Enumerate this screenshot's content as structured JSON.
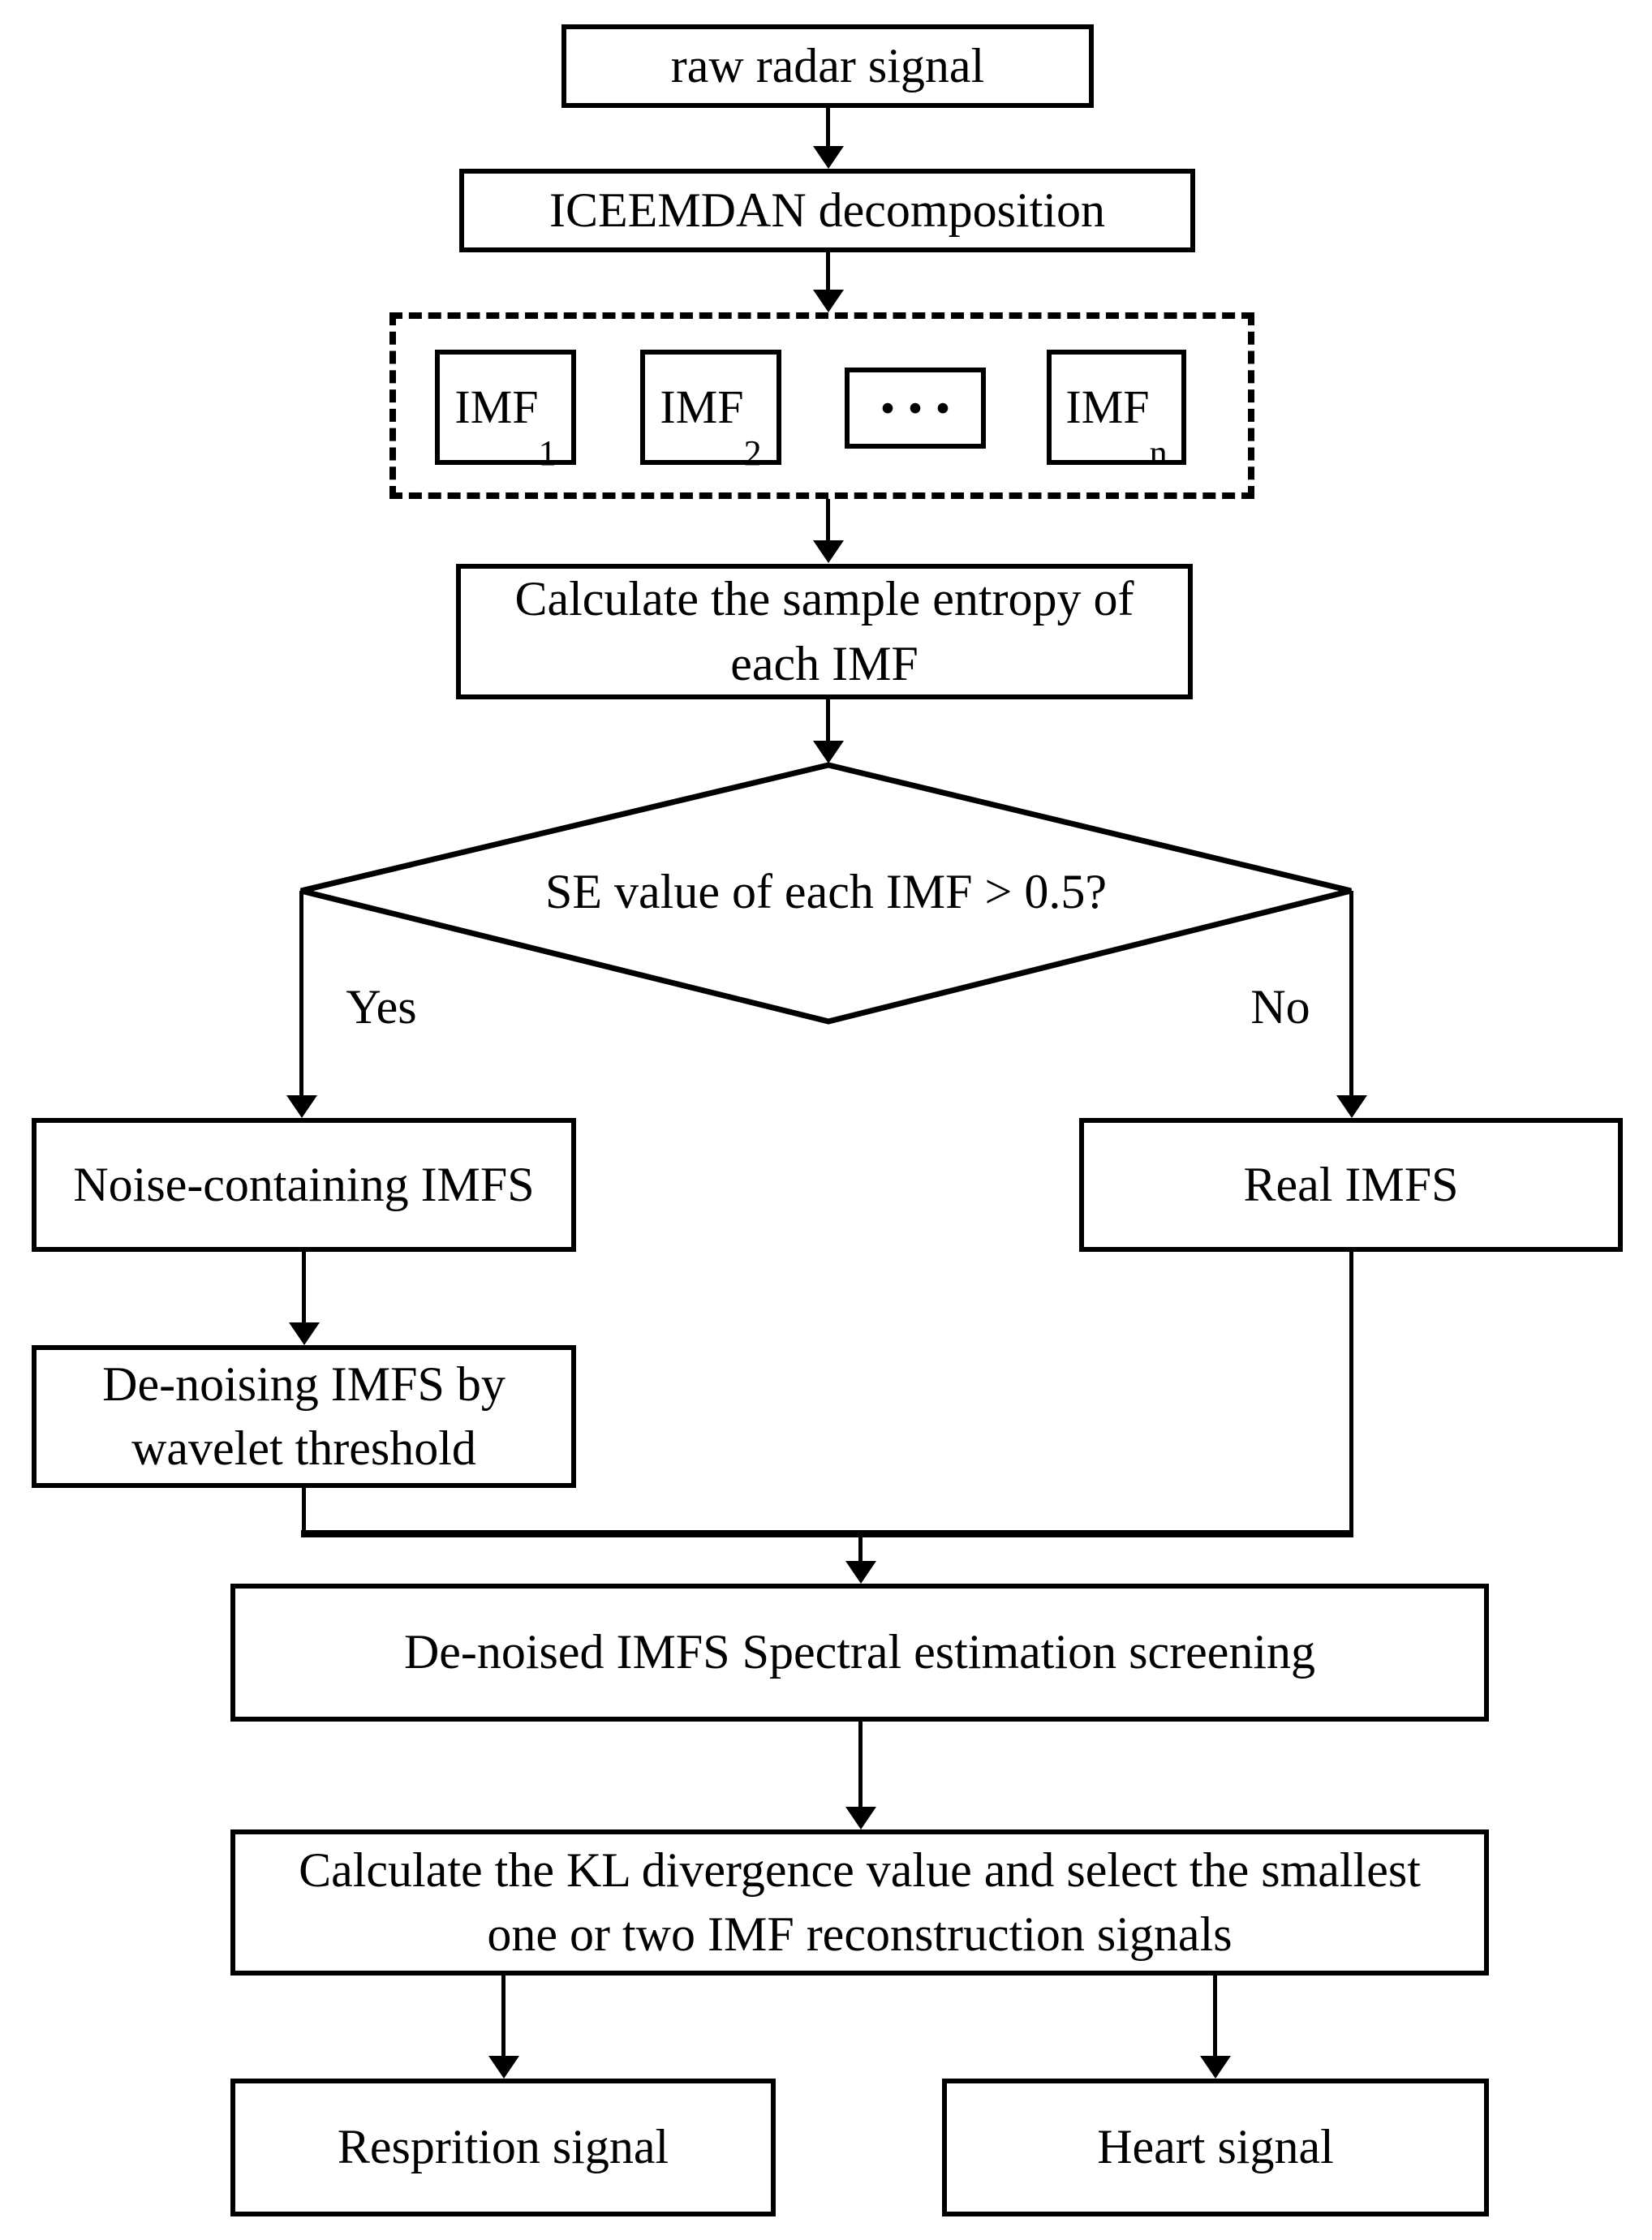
{
  "colors": {
    "ink": "#000000",
    "background": "#ffffff"
  },
  "nodes": {
    "raw_signal": {
      "label": "raw radar signal"
    },
    "decomposition": {
      "label": "ICEEMDAN decomposition"
    },
    "imf_group": {
      "imf1": {
        "base": "IMF",
        "sub": "1"
      },
      "imf2": {
        "base": "IMF",
        "sub": "2"
      },
      "dots": {
        "label": "···"
      },
      "imfn": {
        "base": "IMF",
        "sub": "n"
      }
    },
    "sample_entropy": {
      "line1": "Calculate the sample entropy of",
      "line2": "each IMF"
    },
    "decision": {
      "label": "SE value of each IMF > 0.5?",
      "yes_label": "Yes",
      "no_label": "No"
    },
    "noise_imfs": {
      "label": "Noise-containing IMFS"
    },
    "real_imfs": {
      "label": "Real IMFS"
    },
    "denoising": {
      "line1": "De-noising IMFS by",
      "line2": "wavelet threshold"
    },
    "spectral_screening": {
      "label": "De-noised IMFS Spectral estimation screening"
    },
    "kl_divergence": {
      "line1": "Calculate the KL divergence value and select the smallest",
      "line2": "one or two IMF reconstruction signals"
    },
    "respiration_signal": {
      "label": "Resprition signal"
    },
    "heart_signal": {
      "label": "Heart signal"
    }
  }
}
